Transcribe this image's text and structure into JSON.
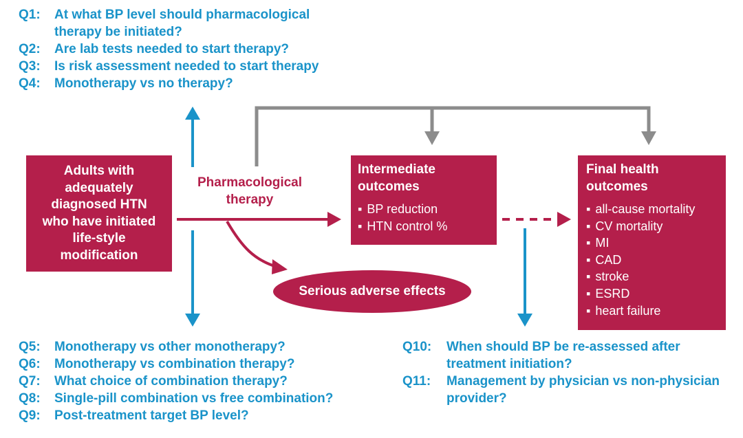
{
  "questions_top": [
    {
      "num": "Q1:",
      "text": "At what BP level should pharmacological therapy be initiated?"
    },
    {
      "num": "Q2:",
      "text": "Are lab tests needed to start therapy?"
    },
    {
      "num": "Q3:",
      "text": "Is risk assessment needed to start therapy"
    },
    {
      "num": "Q4:",
      "text": "Monotherapy vs no therapy?"
    }
  ],
  "population_box": {
    "lines": [
      "Adults with",
      "adequately",
      "diagnosed HTN",
      "who have initiated",
      "life-style",
      "modification"
    ]
  },
  "therapy_label": {
    "line1": "Pharmacological",
    "line2": "therapy"
  },
  "intermediate_box": {
    "title_line1": "Intermediate",
    "title_line2": "outcomes",
    "items": [
      "BP reduction",
      "HTN control %"
    ]
  },
  "final_box": {
    "title_line1": "Final health",
    "title_line2": "outcomes",
    "items": [
      "all-cause mortality",
      "CV mortality",
      "MI",
      "CAD",
      "stroke",
      "ESRD",
      "heart failure"
    ]
  },
  "adverse_effects": "Serious adverse effects",
  "questions_bottom_left": [
    {
      "num": "Q5:",
      "text": "Monotherapy vs other monotherapy?"
    },
    {
      "num": "Q6:",
      "text": "Monotherapy vs combination therapy?"
    },
    {
      "num": "Q7:",
      "text": "What choice of combination therapy?"
    },
    {
      "num": "Q8:",
      "text": "Single-pill combination vs free combination?"
    },
    {
      "num": "Q9:",
      "text": "Post-treatment target BP level?"
    }
  ],
  "questions_bottom_right": [
    {
      "num": "Q10:",
      "text": "When should BP be re-assessed after treatment initiation?"
    },
    {
      "num": "Q11:",
      "text": "Management by physician vs non-physician provider?"
    }
  ],
  "colors": {
    "crimson": "#b41f4b",
    "question_blue": "#1a93c9",
    "gray_connector": "#8c8c8c"
  }
}
